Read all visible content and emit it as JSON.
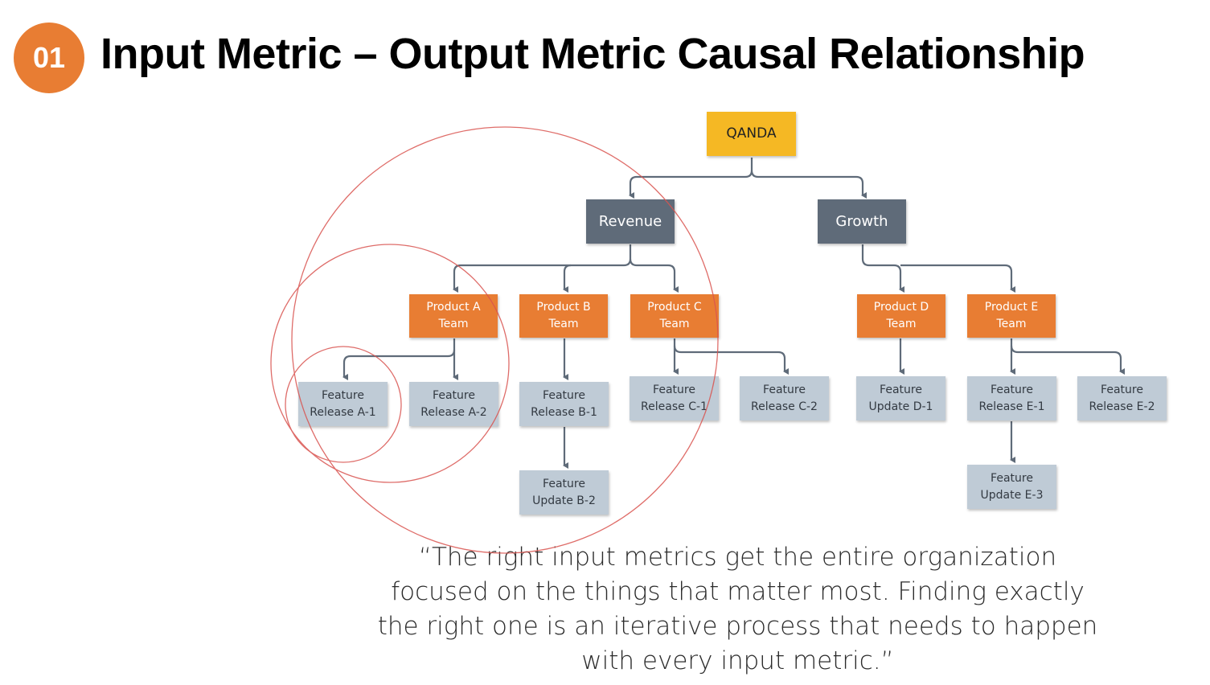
{
  "header": {
    "badge": "01",
    "title": "Input Metric – Output Metric Causal Relationship"
  },
  "tree": {
    "root": {
      "l1": "QANDA"
    },
    "categories": {
      "revenue": {
        "l1": "Revenue"
      },
      "growth": {
        "l1": "Growth"
      }
    },
    "teams": {
      "a": {
        "l1": "Product A",
        "l2": "Team"
      },
      "b": {
        "l1": "Product B",
        "l2": "Team"
      },
      "c": {
        "l1": "Product C",
        "l2": "Team"
      },
      "d": {
        "l1": "Product D",
        "l2": "Team"
      },
      "e": {
        "l1": "Product E",
        "l2": "Team"
      }
    },
    "features": {
      "a1": {
        "l1": "Feature",
        "l2": "Release A-1"
      },
      "a2": {
        "l1": "Feature",
        "l2": "Release A-2"
      },
      "b1": {
        "l1": "Feature",
        "l2": "Release B-1"
      },
      "b2": {
        "l1": "Feature",
        "l2": "Update B-2"
      },
      "c1": {
        "l1": "Feature",
        "l2": "Release C-1"
      },
      "c2": {
        "l1": "Feature",
        "l2": "Release C-2"
      },
      "d1": {
        "l1": "Feature",
        "l2": "Update D-1"
      },
      "e1": {
        "l1": "Feature",
        "l2": "Release E-1"
      },
      "e2": {
        "l1": "Feature",
        "l2": "Release E-2"
      },
      "e3": {
        "l1": "Feature",
        "l2": "Update E-3"
      }
    }
  },
  "quote": {
    "line1": "“The right input metrics get the entire organization",
    "line2": "focused on the things that matter most. Finding exactly",
    "line3": "the right one is an iterative process that needs to happen",
    "line4": "with every input metric.”"
  },
  "colors": {
    "accent_orange": "#e87d33",
    "root_yellow": "#f5b824",
    "category_gray": "#5f6b79",
    "feature_blue_gray": "#bfcbd6",
    "connector": "#5f6b79",
    "annotation_red": "#d9534f"
  }
}
